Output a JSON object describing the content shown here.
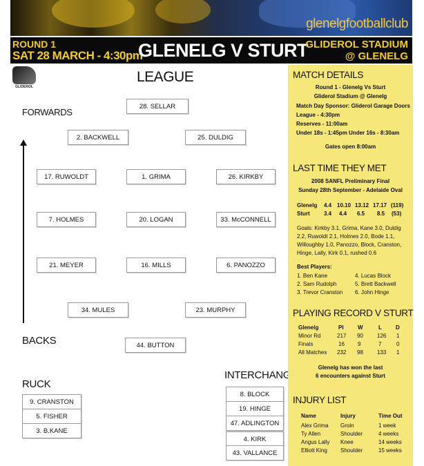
{
  "banner": {
    "brand": "glenelgfootballclub"
  },
  "header": {
    "round": "ROUND 1",
    "date": "SAT 28 MARCH - 4:30pm",
    "title": "GLENELG V STURT",
    "venue_line1": "GLIDEROL STADIUM",
    "venue_line2": "@ GLENELG"
  },
  "sponsor_logo": {
    "text": "GLIDEROL"
  },
  "team": {
    "heading": "LEAGUE",
    "forwards_label": "FORWARDS",
    "backs_label": "BACKS",
    "ruck_label": "RUCK",
    "interchange_label": "INTERCHANGE",
    "players": {
      "sellar": "28. SELLAR",
      "backwell": "2. BACKWELL",
      "duldig": "25. DULDIG",
      "ruwoldt": "17. RUWOLDT",
      "grima": "1. GRIMA",
      "kirkby": "26. KIRKBY",
      "holmes": "7. HOLMES",
      "logan": "20. LOGAN",
      "mcconnell": "33. McCONNELL",
      "meyer": "21. MEYER",
      "mills": "16. MILLS",
      "panozzo": "6. PANOZZO",
      "mules": "34. MULES",
      "murphy": "23. MURPHY",
      "button": "44. BUTTON"
    },
    "ruck": [
      "9. CRANSTON",
      "5. FISHER",
      "3. B.KANE"
    ],
    "interchange": [
      "8. BLOCK",
      "19. HINGE",
      "47. ADLINGTON",
      "4. KIRK",
      "43. VALLANCE"
    ]
  },
  "match_details": {
    "heading": "MATCH DETAILS",
    "line1": "Round 1 - Glenelg Vs Sturt",
    "line2": "Gliderol Stadium @ Glenelg",
    "sponsor": "Match Day Sponsor: Gliderol Garage Doors",
    "league": "League - 4:30pm",
    "reserves": "Reserves - 11:00am",
    "juniors": "Under 18s - 1:45pm   Under 16s - 8:30am",
    "gates": "Gates open 8:00am"
  },
  "last_met": {
    "heading": "LAST TIME THEY MET",
    "game": "2008 SANFL Preliminary Final",
    "when": "Sunday 28th September - Adelaide Oval",
    "scores": [
      {
        "team": "Glenelg",
        "q1": "4.4",
        "q2": "10.10",
        "q3": "13.12",
        "q4": "17.17",
        "total": "(119)"
      },
      {
        "team": "Sturt",
        "q1": "3.4",
        "q2": "4.4",
        "q3": "6.5",
        "q4": "8.5",
        "total": "(53)"
      }
    ],
    "goals": [
      "Goals: Kirkby 3.1, Grima, Kane 3.0, Duldig",
      "2.2, Ruwoldt 2.1, Holmes 2.0, Bode 1.1,",
      "Willoughby 1.0, Panozzo, Block, Cranston,",
      "Hinge, Lally, Kirk 0.1, rushed 0.6"
    ],
    "best_heading": "Best Players:",
    "best_players": [
      [
        "1. Ben Kane",
        "4. Lucas Block"
      ],
      [
        "2. Sam Rudolph",
        "5. Brett Backwell"
      ],
      [
        "3. Trevor Cranston",
        "6. John Hinge"
      ]
    ]
  },
  "playing_record": {
    "heading": "PLAYING RECORD V STURT",
    "columns": [
      "Glenelg",
      "Pl",
      "W",
      "L",
      "D"
    ],
    "rows": [
      [
        "Minor Rd",
        "217",
        "90",
        "126",
        "1"
      ],
      [
        "Finals",
        "16",
        "9",
        "7",
        "0"
      ],
      [
        "All Matches",
        "232",
        "98",
        "133",
        "1"
      ]
    ],
    "note_line1": "Glenelg has won the last",
    "note_line2": "6 encounters against Sturt"
  },
  "injury": {
    "heading": "INJURY LIST",
    "columns": [
      "Name",
      "Injury",
      "Time Out"
    ],
    "rows": [
      [
        "Alex Grima",
        "Groin",
        "1 week"
      ],
      [
        "Ty Allen",
        "Shoulder",
        "4 weeks"
      ],
      [
        "Angus Lally",
        "Knee",
        "14 weeks"
      ],
      [
        "Elliott King",
        "Shoulder",
        "15 weeks"
      ]
    ]
  }
}
